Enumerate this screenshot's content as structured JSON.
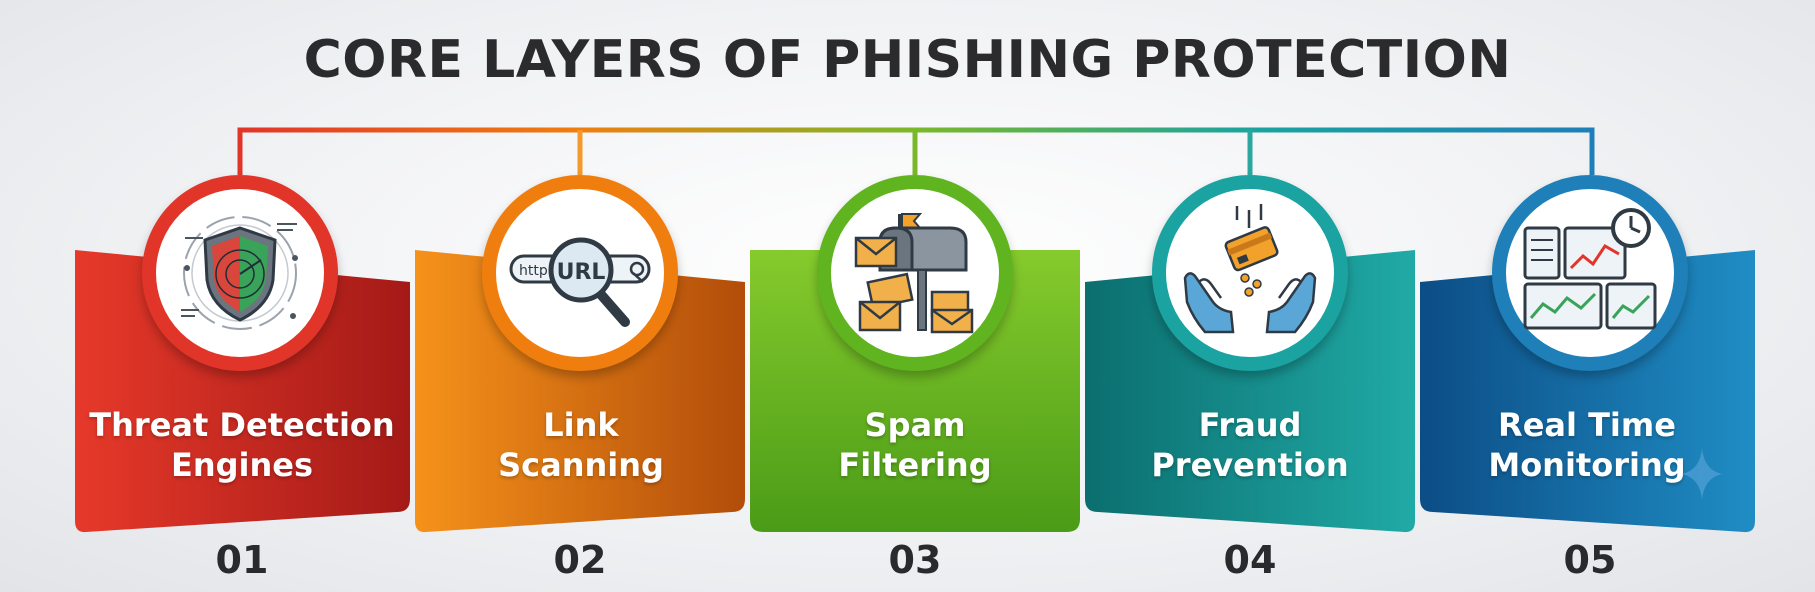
{
  "title": "CORE LAYERS OF PHISHING PROTECTION",
  "layers": [
    {
      "number": "01",
      "line1": "Threat Detection",
      "line2": "Engines",
      "icon": "shield-radar-icon",
      "color": "#e2352a"
    },
    {
      "number": "02",
      "line1": "Link",
      "line2": "Scanning",
      "icon": "url-magnifier-icon",
      "color": "#f07e0f"
    },
    {
      "number": "03",
      "line1": "Spam",
      "line2": "Filtering",
      "icon": "mailbox-envelopes-icon",
      "color": "#5fb41f"
    },
    {
      "number": "04",
      "line1": "Fraud",
      "line2": "Prevention",
      "icon": "hands-card-icon",
      "color": "#1aa3a0"
    },
    {
      "number": "05",
      "line1": "Real Time",
      "line2": "Monitoring",
      "icon": "dashboard-clock-icon",
      "color": "#1f7fb8"
    }
  ],
  "url_bar_text": "http://",
  "url_lens_text": "URL"
}
